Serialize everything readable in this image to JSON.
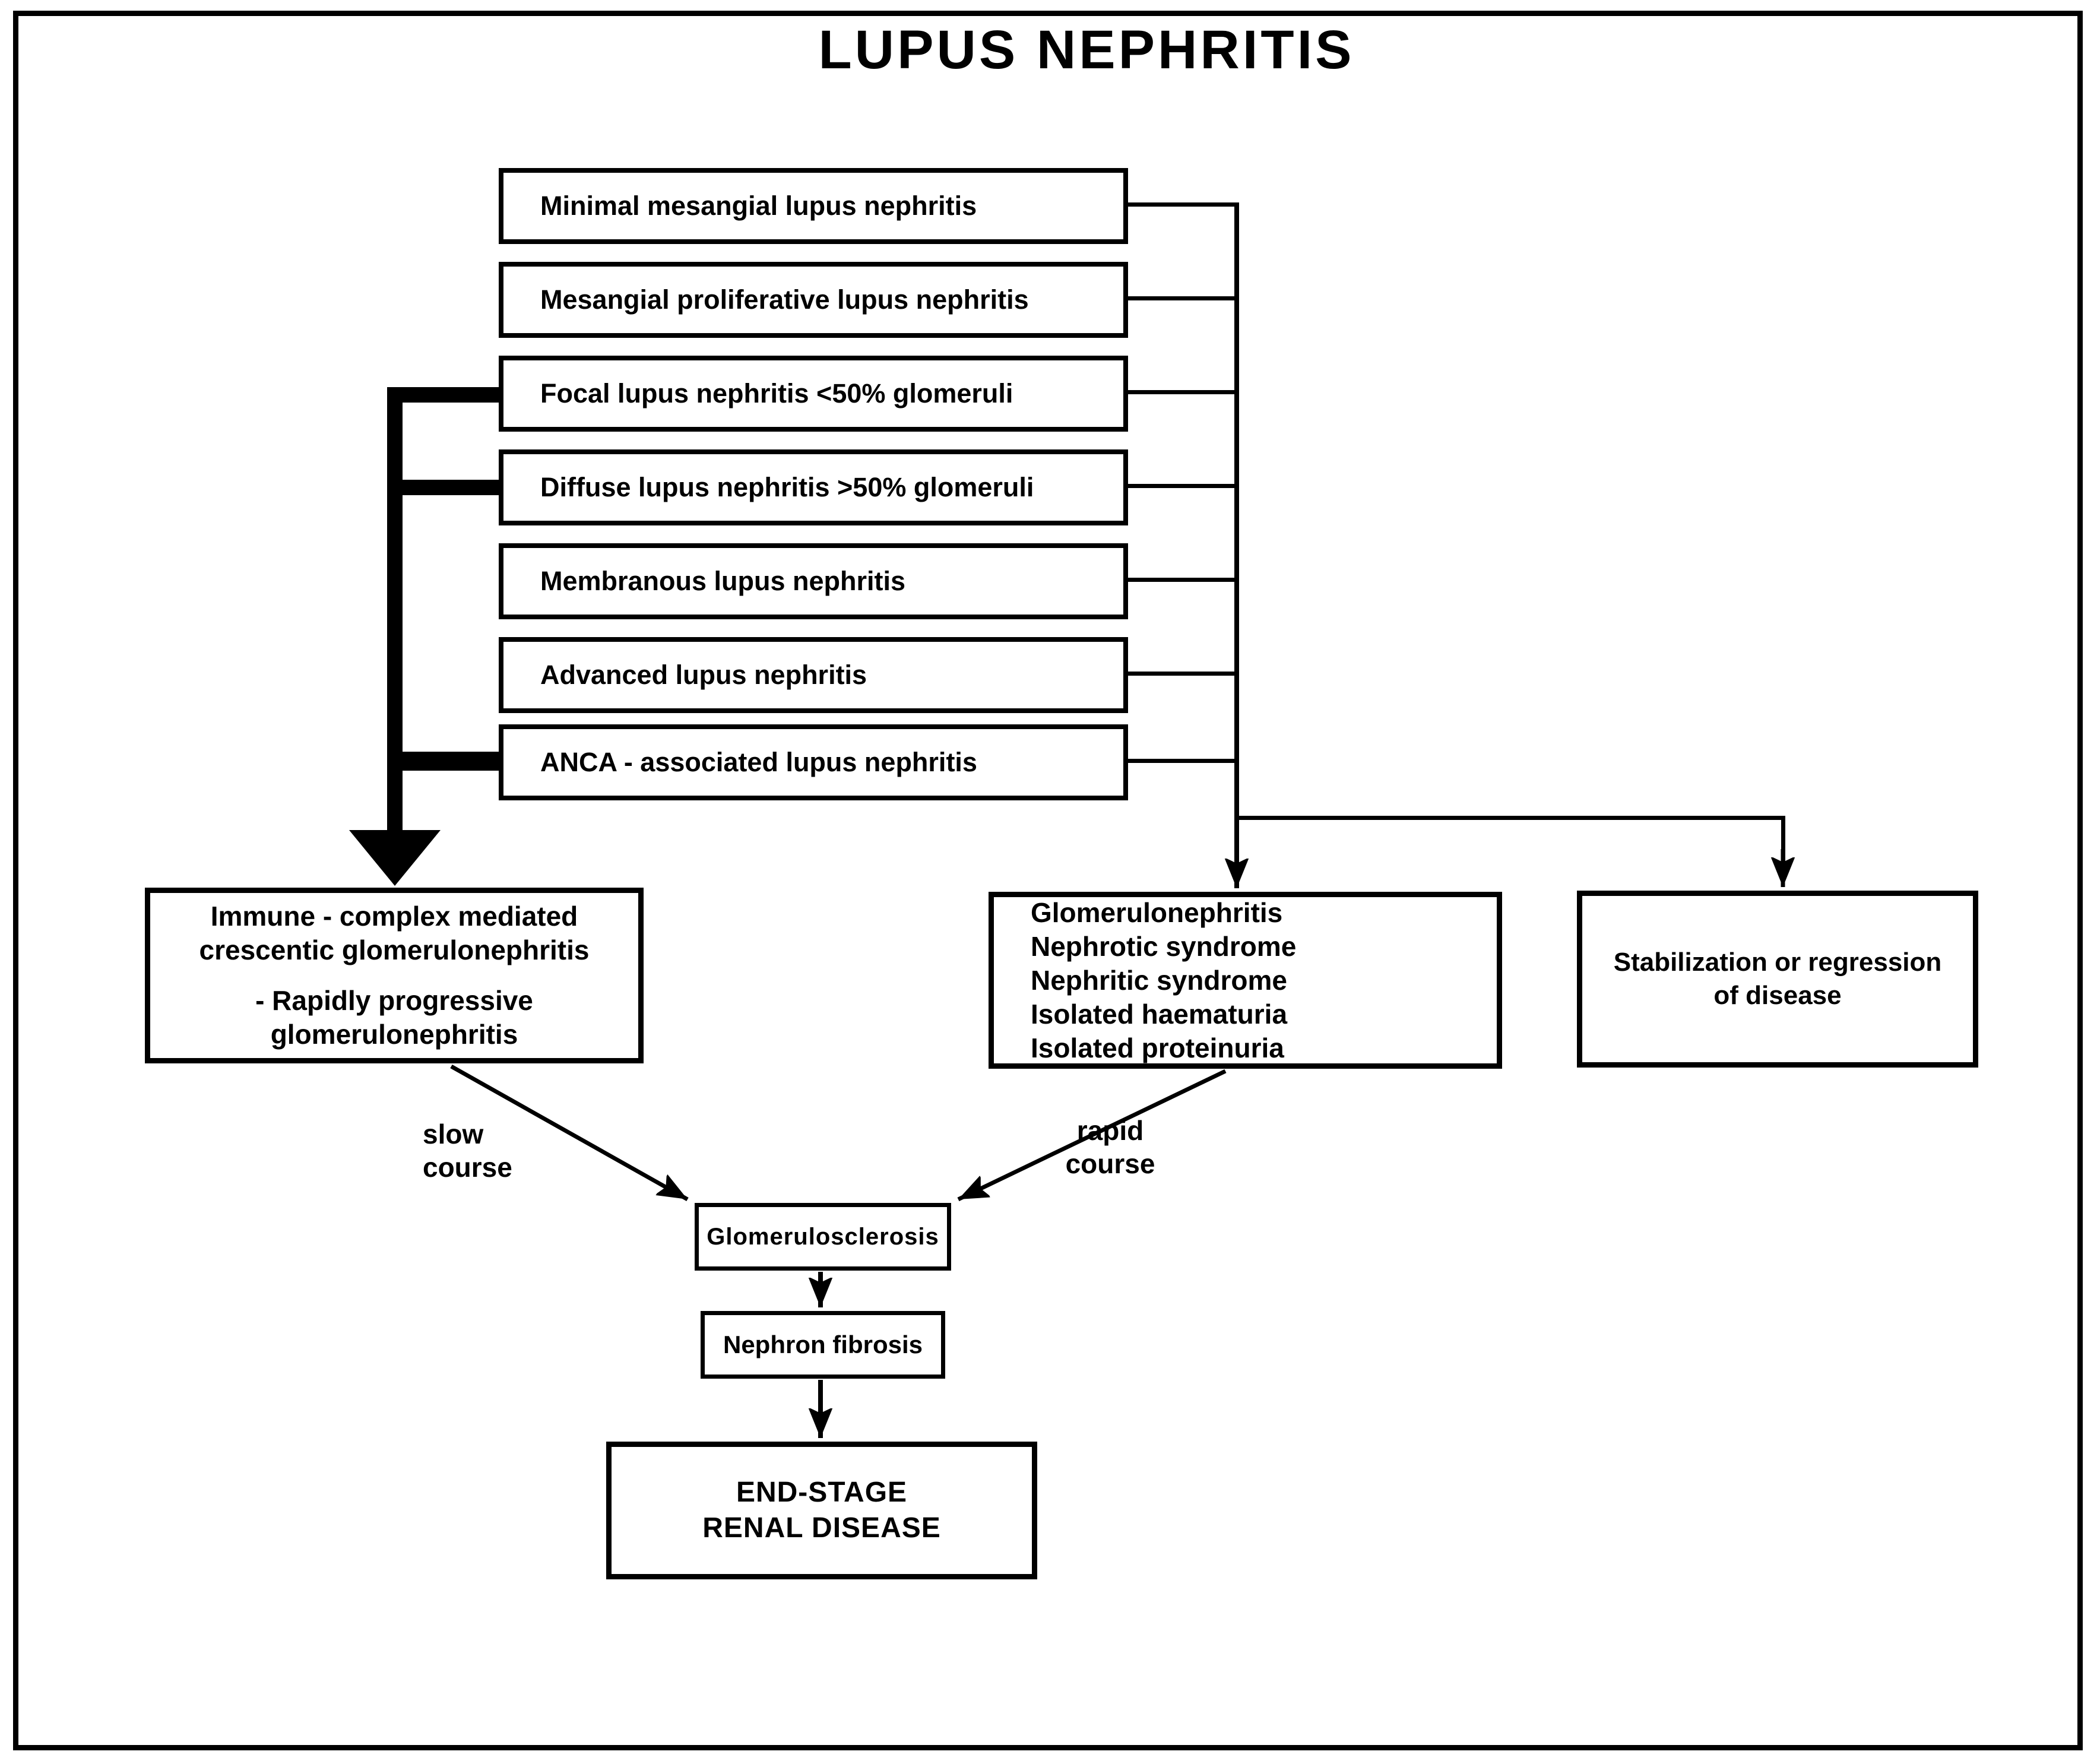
{
  "diagram_title": "LUPUS NEPHRITIS",
  "classification_boxes": [
    {
      "label": "Minimal mesangial lupus nephritis"
    },
    {
      "label": "Mesangial proliferative lupus nephritis"
    },
    {
      "label": "Focal lupus nephritis <50% glomeruli"
    },
    {
      "label": "Diffuse lupus nephritis >50% glomeruli"
    },
    {
      "label": "Membranous lupus nephritis"
    },
    {
      "label": "Advanced lupus nephritis"
    },
    {
      "label": "ANCA - associated lupus nephritis"
    }
  ],
  "outcomes": {
    "crescentic": {
      "line1": "Immune - complex mediated",
      "line2": "crescentic glomerulonephritis",
      "line3": "- Rapidly progressive",
      "line4": "glomerulonephritis"
    },
    "clinical": {
      "line1": "Glomerulonephritis",
      "line2": "Nephrotic syndrome",
      "line3": "Nephritic syndrome",
      "line4": "Isolated haematuria",
      "line5": "Isolated proteinuria"
    },
    "stabilization": {
      "line1": "Stabilization or regression",
      "line2": "of disease"
    }
  },
  "path_labels": {
    "slow": {
      "line1": "slow",
      "line2": "course"
    },
    "rapid": {
      "line1": "rapid",
      "line2": "course"
    }
  },
  "progression": {
    "glomerulosclerosis": "Glomerulosclerosis",
    "nephron_fibrosis": "Nephron fibrosis",
    "end_stage_line1": "END-STAGE",
    "end_stage_line2": "RENAL DISEASE"
  },
  "colors": {
    "ink": "#000000",
    "paper": "#ffffff"
  }
}
